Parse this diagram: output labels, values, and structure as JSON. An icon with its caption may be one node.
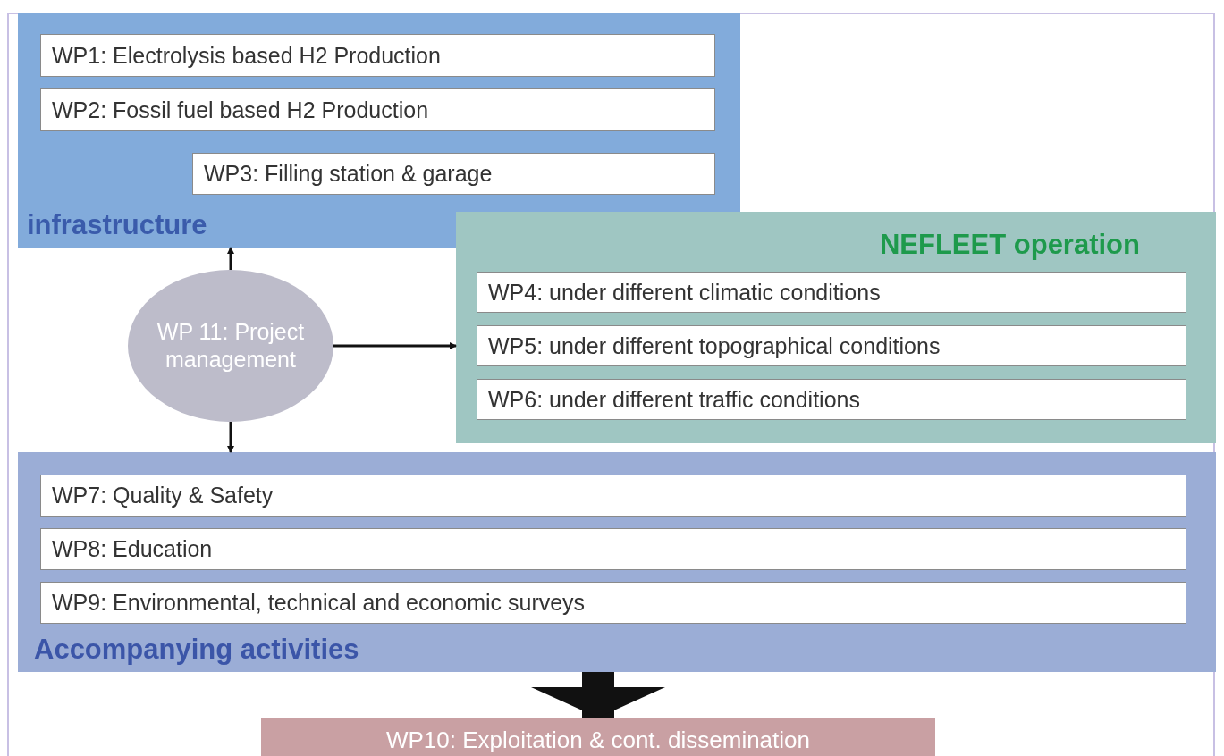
{
  "diagram": {
    "nodes": [
      {
        "text": [
          "infrastructure"
        ]
      },
      {
        "text": [
          "WP1: Electrolysis based H2 Production"
        ],
        "in": 0
      },
      {
        "text": [
          "WP2: Fossil fuel based H2 Production"
        ],
        "in": 0
      },
      {
        "text": [
          "WP3: Filling station & garage"
        ],
        "in": 0
      },
      {
        "text": [
          "NEFLEET operation"
        ]
      },
      {
        "text": [
          "WP4: under different climatic conditions"
        ],
        "in": 4
      },
      {
        "text": [
          "WP5: under different topographical conditions"
        ],
        "in": 4
      },
      {
        "text": [
          "WP6: under different traffic conditions"
        ],
        "in": 4
      },
      {
        "text": [
          "WP 11: Project management"
        ]
      },
      {
        "text": [
          "Accompanying activities"
        ]
      },
      {
        "text": [
          "WP7: Quality & Safety"
        ],
        "in": 9
      },
      {
        "text": [
          "WP8: Education"
        ],
        "in": 9
      },
      {
        "text": [
          "WP9: Environmental, technical and economic surveys"
        ],
        "in": 9
      },
      {
        "text": [
          "WP10: Exploitation & cont. dissemination"
        ]
      }
    ],
    "edges": [
      {
        "from": 8,
        "to": 0,
        "arrow": "to"
      },
      {
        "from": 8,
        "to": 4,
        "arrow": "to"
      },
      {
        "from": 8,
        "to": 9,
        "arrow": "to"
      },
      {
        "from": 9,
        "to": 13,
        "arrow": "to",
        "style": "thick"
      }
    ]
  }
}
